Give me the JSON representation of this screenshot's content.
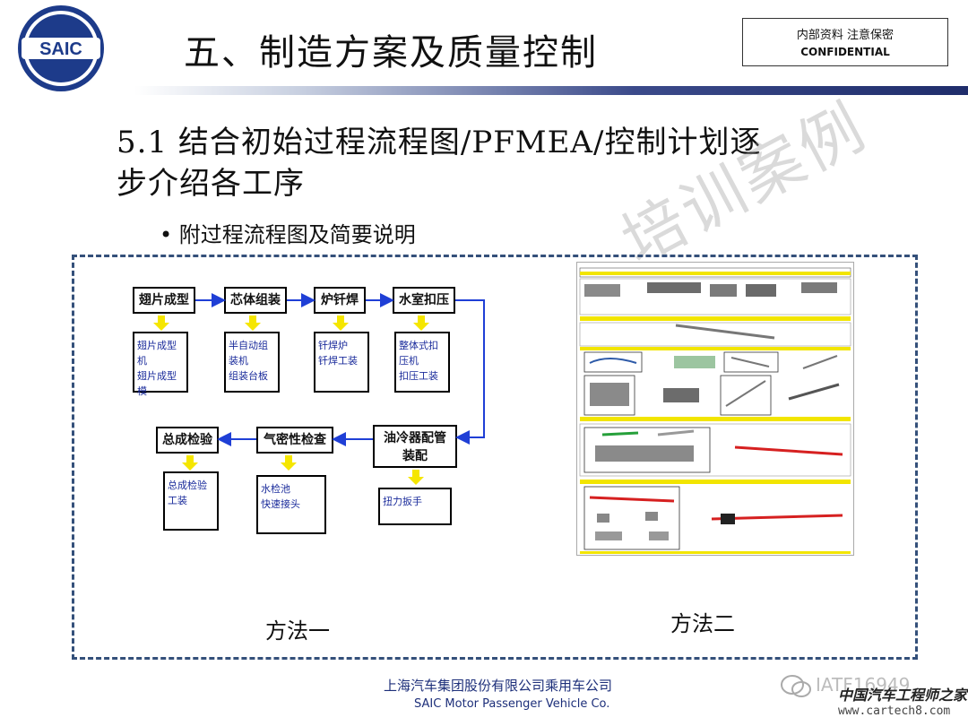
{
  "header": {
    "logo_text": "SAIC",
    "title": "五、制造方案及质量控制",
    "confidential_cn": "内部资料 注意保密",
    "confidential_en": "CONFIDENTIAL"
  },
  "section": {
    "heading": "5.1 结合初始过程流程图/PFMEA/控制计划逐步介绍各工序",
    "heading_line1": "5.1 结合初始过程流程图/PFMEA/控制计划逐",
    "heading_line2": "步介绍各工序",
    "bullet": "附过程流程图及简要说明"
  },
  "flow": {
    "steps": [
      "翅片成型",
      "芯体组装",
      "炉钎焊",
      "水室扣压",
      "油冷器配管装配",
      "气密性检查",
      "总成检验"
    ],
    "step_label_oil_1": "油冷器配管",
    "step_label_oil_2": "装配",
    "details": [
      [
        "翅片成型机",
        "翅片成型模"
      ],
      [
        "半自动组装机",
        "组装台板"
      ],
      [
        "钎焊炉",
        "钎焊工装"
      ],
      [
        "整体式扣压机",
        "扣压工装"
      ],
      [
        "扭力扳手"
      ],
      [
        "水检池",
        "快速接头"
      ],
      [
        "总成检验工装"
      ]
    ],
    "detail_lines": {
      "d1": [
        "翅片成型",
        "机",
        "翅片成型",
        "模"
      ],
      "d2": [
        "半自动组",
        "装机",
        "组装台板"
      ],
      "d3": [
        "钎焊炉",
        "钎焊工装"
      ],
      "d4": [
        "整体式扣",
        "压机",
        "扣压工装"
      ],
      "d5": [
        "扭力扳手"
      ],
      "d6": [
        "水检池",
        "快速接头"
      ],
      "d7": [
        "总成检验",
        "工装"
      ]
    }
  },
  "methods": {
    "method1": "方法一",
    "method2": "方法二"
  },
  "footer": {
    "company_cn": "上海汽车集团股份有限公司乘用车公司",
    "company_en": "SAIC Motor Passenger Vehicle Co."
  },
  "watermarks": {
    "diagonal": "培训案例",
    "iat": "IATF16949",
    "site_cn": "中国汽车工程师之家",
    "site_url": "www.cartech8.com"
  },
  "colors": {
    "arrow_blue": "#1f3fd6",
    "arrow_yellow": "#f5e600",
    "detail_text": "#1a2b9b",
    "frame": "#34507a",
    "pfmea_yellow": "#f2e500",
    "part_red": "#d62020"
  },
  "icons": [
    "saic-logo",
    "wechat-icon"
  ]
}
